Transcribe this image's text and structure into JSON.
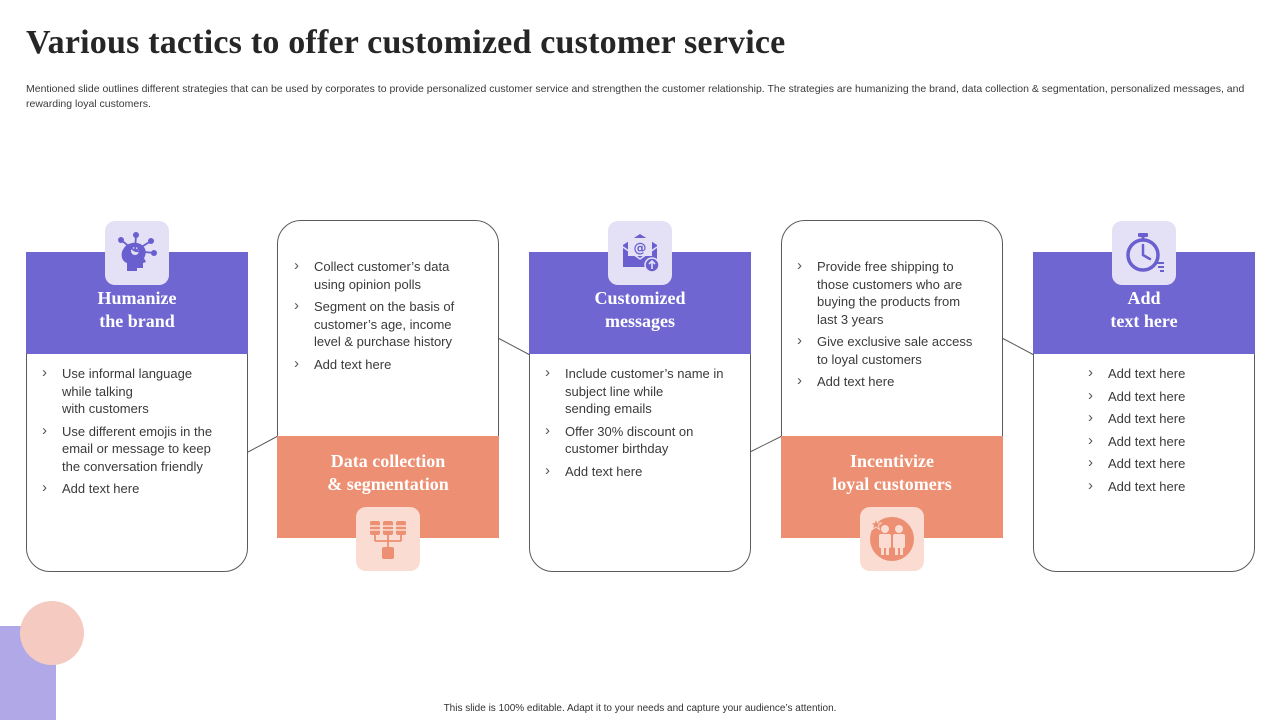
{
  "title": "Various tactics to offer customized customer service",
  "subtitle": "Mentioned slide outlines different strategies that can be used by corporates to provide personalized customer service and strengthen the customer relationship. The strategies are humanizing the brand, data collection & segmentation, personalized messages, and rewarding loyal customers.",
  "colors": {
    "purple": "#7066d2",
    "orange": "#ec8f72",
    "purple_light": "#e4e1f7",
    "orange_light": "#fadcd2"
  },
  "tactics": [
    {
      "heading": "Humanize\nthe brand",
      "icon": "brain-network-icon",
      "bullets": [
        "Use informal language\nwhile talking\nwith customers",
        "Use different emojis in the\nemail or message to keep\nthe conversation friendly",
        "Add text here"
      ]
    },
    {
      "heading": "Data collection\n& segmentation",
      "icon": "database-server-icon",
      "bullets": [
        "Collect customer’s data\nusing opinion polls",
        "Segment on the basis of\ncustomer’s age, income\nlevel & purchase history",
        "Add text here"
      ]
    },
    {
      "heading": "Customized\nmessages",
      "icon": "email-envelope-icon",
      "bullets": [
        "Include customer’s name in\nsubject line while\nsending emails",
        "Offer 30% discount on\ncustomer birthday",
        "Add text here"
      ]
    },
    {
      "heading": "Incentivize\nloyal customers",
      "icon": "customers-star-icon",
      "bullets": [
        "Provide free shipping to\nthose customers who are\nbuying the products from\nlast 3 years",
        "Give exclusive sale access\nto loyal customers",
        "Add text here"
      ]
    },
    {
      "heading": "Add\ntext here",
      "icon": "stopwatch-icon",
      "bullets": [
        "Add text here",
        "Add text here",
        "Add text here",
        "Add text here",
        "Add text here",
        "Add text here"
      ]
    }
  ],
  "footer": "This slide is 100% editable. Adapt it to your needs and capture your audience’s attention."
}
